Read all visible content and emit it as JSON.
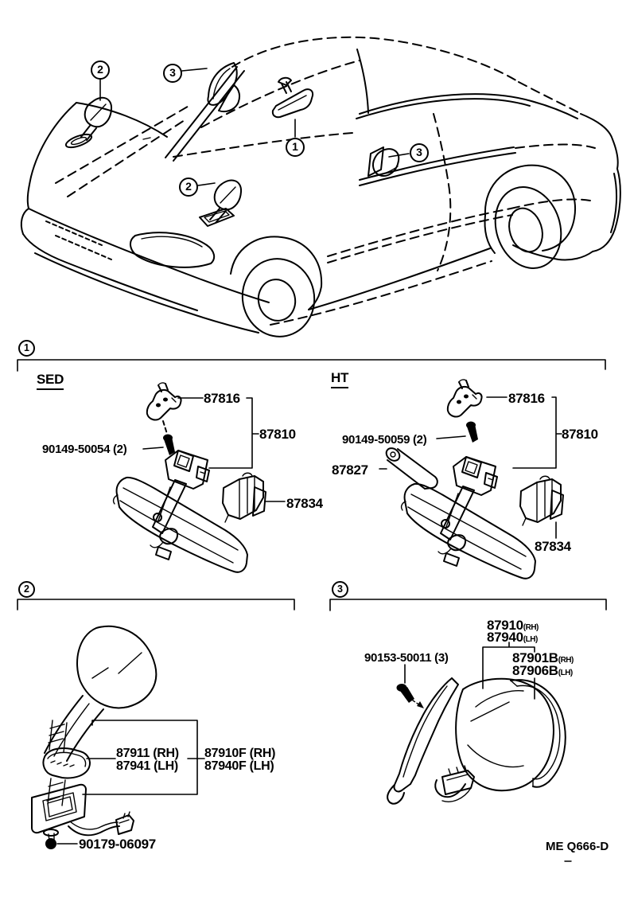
{
  "document": {
    "type": "mirror parts diagram",
    "background": "#ffffff",
    "ink": "#000000",
    "footer_code": "ME Q666-D"
  },
  "car": {
    "callouts": [
      {
        "id": "callout-2-fender-left",
        "num": "2"
      },
      {
        "id": "callout-3-windshield",
        "num": "3"
      },
      {
        "id": "callout-1-inner-mirror",
        "num": "1"
      },
      {
        "id": "callout-2-cowl",
        "num": "2"
      },
      {
        "id": "callout-3-door-mirror",
        "num": "3"
      }
    ]
  },
  "section1": {
    "number": "1",
    "variant_sed": "SED",
    "variant_ht": "HT",
    "parts": {
      "holder": "87816",
      "mirror_assy": "87810",
      "screw_sed": "90149-50054 (2)",
      "screw_ht": "90149-50059 (2)",
      "retainer": "87834",
      "cover": "87827"
    }
  },
  "section2": {
    "number": "2",
    "parts": {
      "mirror_rh": "87911 (RH)",
      "mirror_lh": "87941 (LH)",
      "assy_rh": "87910F (RH)",
      "assy_lh": "87940F (LH)",
      "bolt": "90179-06097"
    }
  },
  "section3": {
    "number": "3",
    "parts": {
      "assy_rh": "87910",
      "assy_rh_side": "(RH)",
      "assy_lh": "87940",
      "assy_lh_side": "(LH)",
      "cover_rh": "87901B",
      "cover_rh_side": "(RH)",
      "cover_lh": "87906B",
      "cover_lh_side": "(LH)",
      "screw": "90153-50011 (3)"
    }
  }
}
